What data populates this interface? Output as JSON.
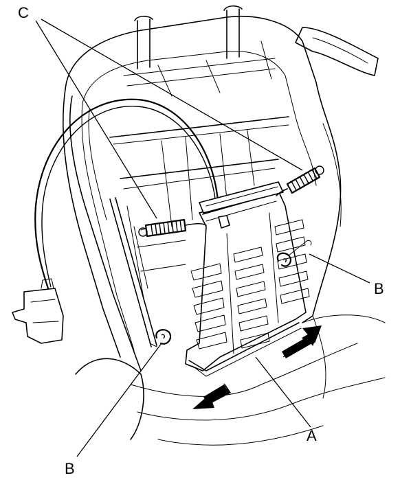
{
  "labels": {
    "c": "C",
    "b_right": "B",
    "b_left": "B",
    "a": "A"
  },
  "colors": {
    "line": "#000000",
    "background": "#ffffff"
  }
}
